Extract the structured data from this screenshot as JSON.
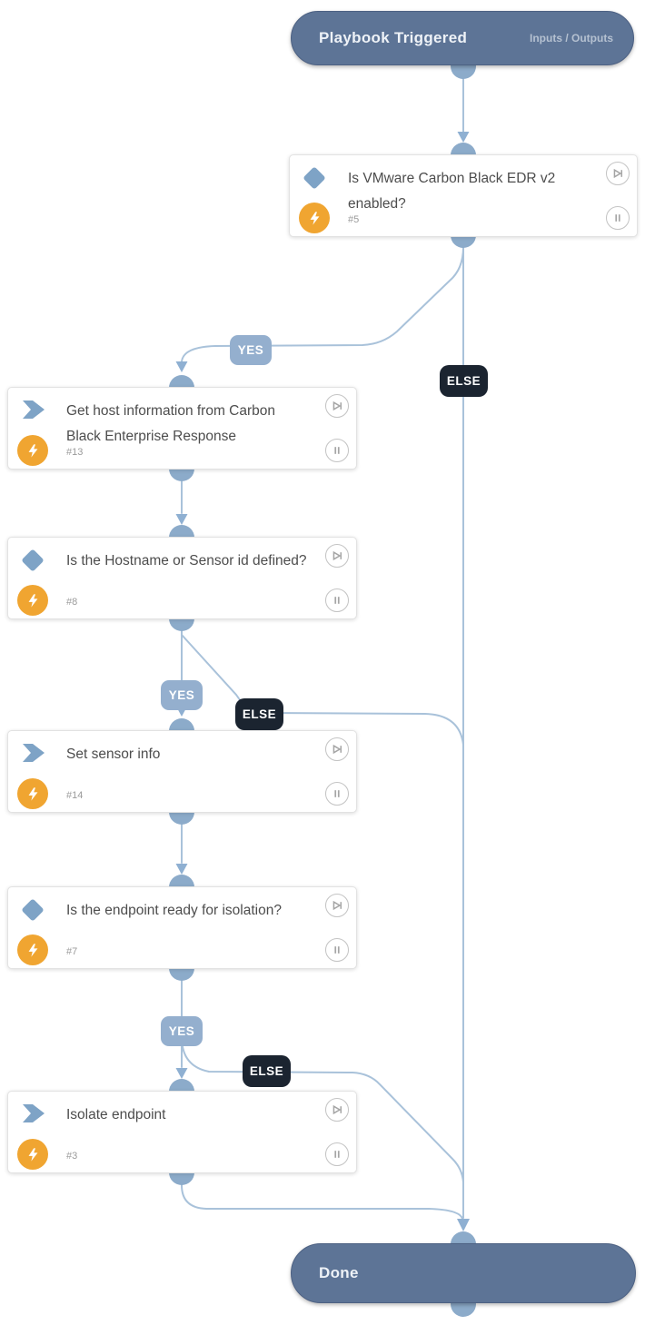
{
  "start_node": {
    "title": "Playbook Triggered",
    "link_label": "Inputs / Outputs"
  },
  "end_node": {
    "title": "Done"
  },
  "nodes": [
    {
      "type": "decision",
      "title": "Is VMware Carbon Black EDR v2 enabled?",
      "badge": "#5"
    },
    {
      "type": "action",
      "title": "Get host information from Carbon Black Enterprise Response",
      "badge": "#13"
    },
    {
      "type": "decision",
      "title": "Is the Hostname or Sensor id defined?",
      "badge": "#8"
    },
    {
      "type": "action",
      "title": "Set sensor info",
      "badge": "#14"
    },
    {
      "type": "decision",
      "title": "Is the endpoint ready for isolation?",
      "badge": "#7"
    },
    {
      "type": "action",
      "title": "Isolate endpoint",
      "badge": "#3"
    }
  ],
  "edge_labels": [
    {
      "text": "YES"
    },
    {
      "text": "ELSE"
    },
    {
      "text": "YES"
    },
    {
      "text": "ELSE"
    },
    {
      "text": "YES"
    },
    {
      "text": "ELSE"
    }
  ],
  "icons": {
    "decision": "diamond-icon",
    "action": "chevron-icon",
    "badge": "lightning-icon",
    "card_button_top": "skip-forward-icon",
    "card_button_bottom": "pause-icon"
  },
  "colors": {
    "terminal_pill": "#5d7496",
    "connector_line": "#a9c2da",
    "connector_port": "#8cabca",
    "yes_label": "#94afce",
    "else_label": "#1b2430",
    "node_icon_blue": "#7ea3c6",
    "lightning_orange": "#f0a531",
    "title_text": "#4d4d4d",
    "badge_text": "#9b9b9b"
  }
}
